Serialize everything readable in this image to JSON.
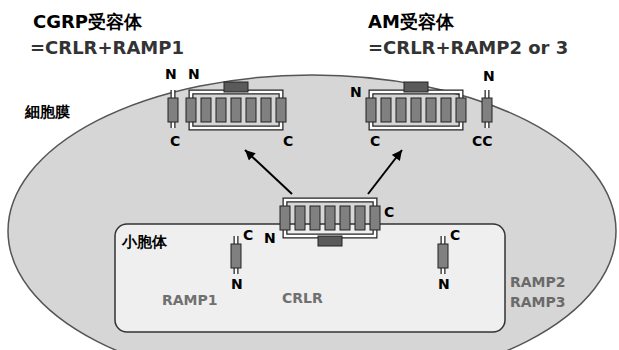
{
  "diagram": {
    "nodes": [
      {
        "text": [
          "細胞膜"
        ]
      },
      {
        "text": [
          "CGRP受容体",
          "=CRLR+RAMP1"
        ]
      },
      {
        "text": [
          "AM受容体",
          "=CRLR+RAMP2 or 3"
        ]
      },
      {
        "text": [
          "小胞体"
        ],
        "in": 0
      },
      {
        "text": [
          "RAMP1"
        ],
        "in": 3
      },
      {
        "text": [
          "CRLR"
        ],
        "in": 3
      },
      {
        "text": [
          "RAMP2",
          "RAMP3"
        ],
        "in": 3
      }
    ],
    "edges": [
      {
        "from": 5,
        "to": 1,
        "arrow": "to"
      },
      {
        "from": 5,
        "to": 2,
        "arrow": "to"
      }
    ],
    "labels": [
      "N",
      "N",
      "N",
      "N",
      "C",
      "C",
      "C",
      "CC",
      "C",
      "C",
      "C",
      "N",
      "N",
      "N"
    ]
  }
}
